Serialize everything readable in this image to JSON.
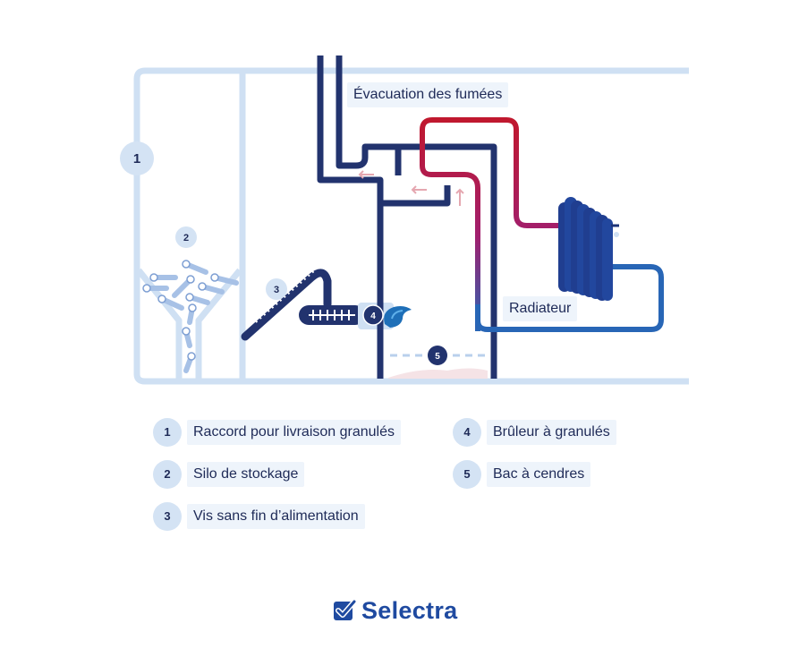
{
  "labels": {
    "smoke": "Évacuation des fumées",
    "radiator": "Radiateur"
  },
  "markers": {
    "m1": "1",
    "m2": "2",
    "m3": "3",
    "m4": "4",
    "m5": "5"
  },
  "legend": [
    {
      "num": "1",
      "label": "Raccord pour livraison granulés"
    },
    {
      "num": "2",
      "label": "Silo de stockage"
    },
    {
      "num": "3",
      "label": "Vis sans fin d’alimentation"
    },
    {
      "num": "4",
      "label": "Brûleur à granulés"
    },
    {
      "num": "5",
      "label": "Bac à cendres"
    }
  ],
  "brand": {
    "name": "Selectra",
    "icon": "check-box-icon"
  },
  "colors": {
    "navy": "#22336e",
    "light_blue": "#cfe0f3",
    "hot_red": "#c0182e",
    "cold_blue": "#2866b6",
    "text": "#1e2a57",
    "brand": "#1f4aa0"
  }
}
